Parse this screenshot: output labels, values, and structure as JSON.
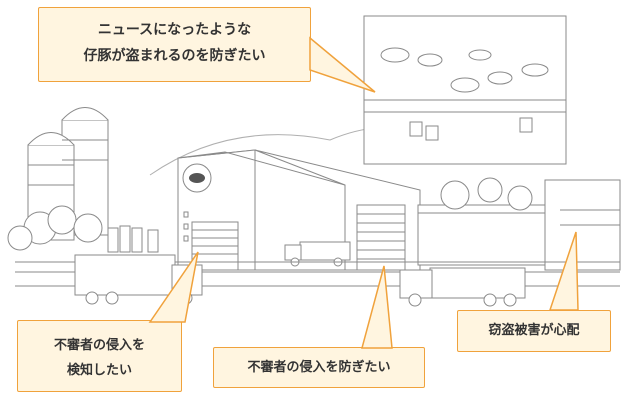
{
  "callouts": {
    "news_theft": {
      "line1": "ニュースになったような",
      "line2": "仔豚が盗まれるのを防ぎたい"
    },
    "detect_intruder": {
      "line1": "不審者の侵入を",
      "line2": "検知したい"
    },
    "prevent_intruder": {
      "text": "不審者の侵入を防ぎたい"
    },
    "theft_worry": {
      "text": "窃盗被害が心配"
    }
  },
  "colors": {
    "callout_border": "#f0a23c",
    "callout_fill": "#fff5e0",
    "line_art": "#8a8a8a"
  },
  "icons": {
    "barn_emblem": "pig-icon"
  }
}
